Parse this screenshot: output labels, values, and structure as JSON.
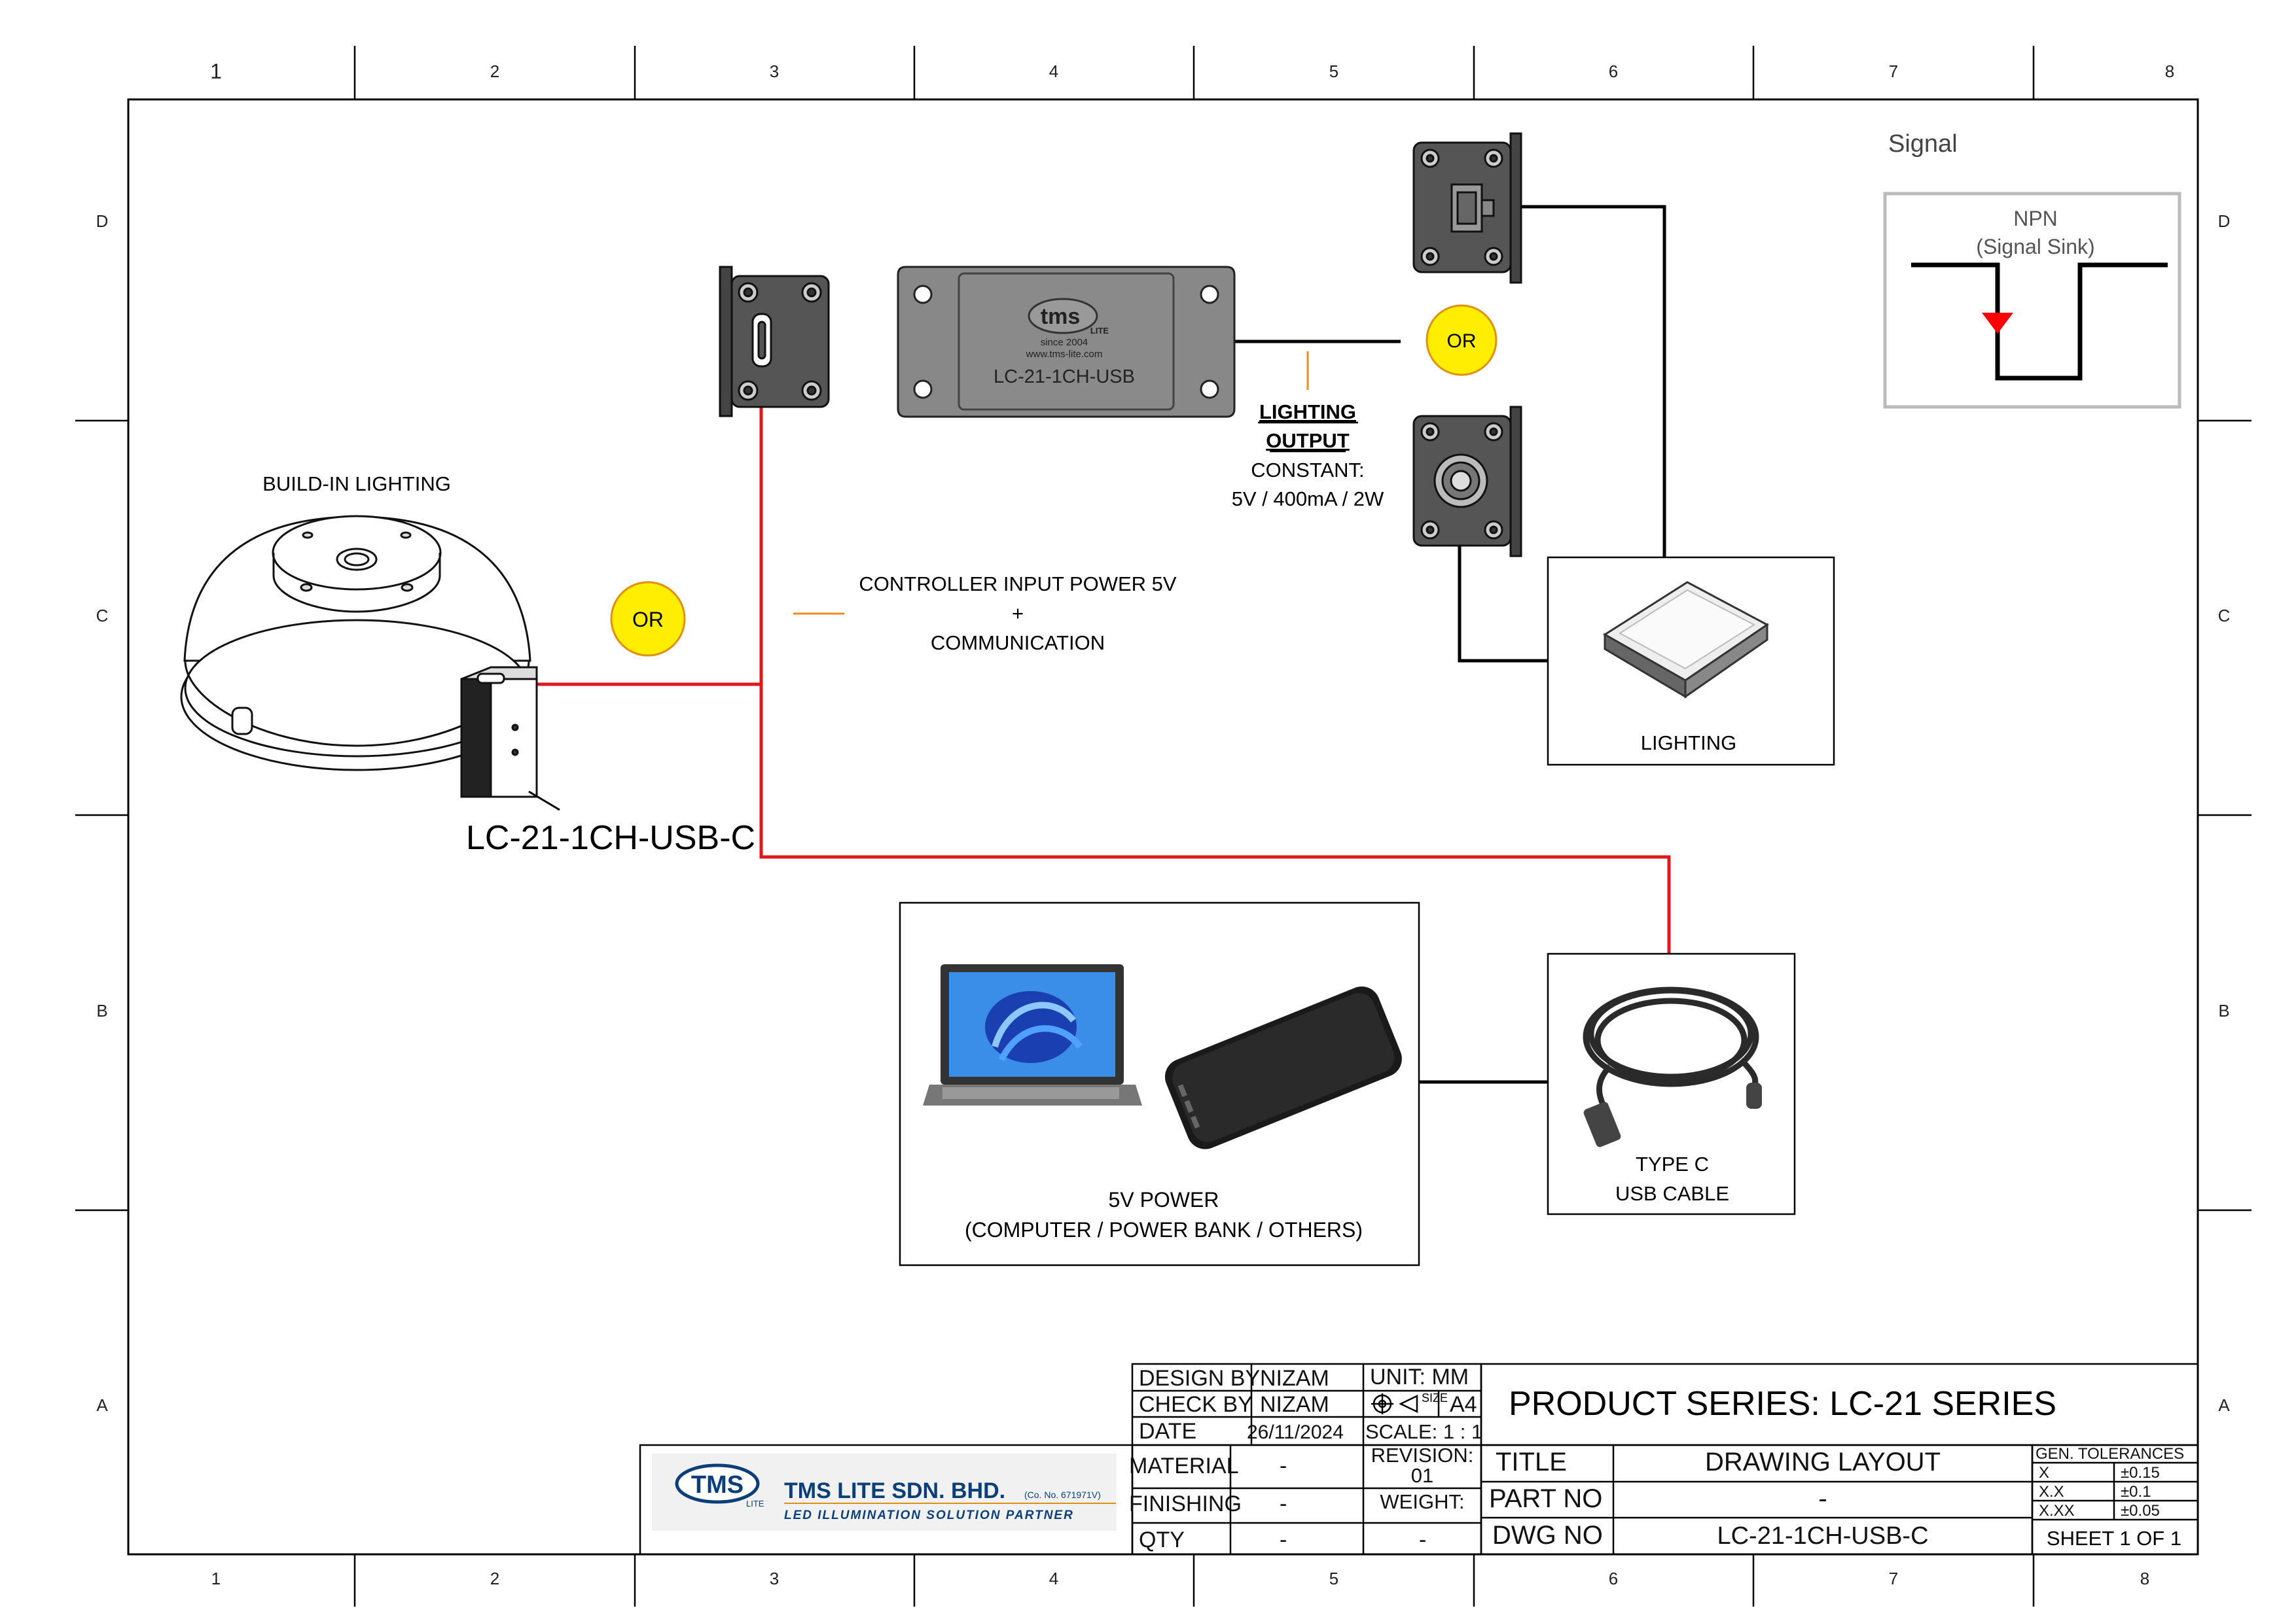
{
  "frame": {
    "columns": [
      "1",
      "2",
      "3",
      "4",
      "5",
      "6",
      "7",
      "8"
    ],
    "rows": [
      "D",
      "C",
      "B",
      "A"
    ]
  },
  "diagram": {
    "build_in_lighting_label": "BUILD-IN LIGHTING",
    "controller_small_label": "LC-21-1CH-USB-C",
    "or_label_left": "OR",
    "or_label_right": "OR",
    "input_power_label": {
      "line1": "CONTROLLER INPUT POWER 5V",
      "line2": "+",
      "line3": "COMMUNICATION"
    },
    "controller_box": {
      "brand": "tms",
      "brand_suffix": "LITE",
      "since": "since 2004",
      "url": "www.tms-lite.com",
      "model": "LC-21-1CH-USB"
    },
    "lighting_output": {
      "title1": "LIGHTING",
      "title2": "OUTPUT",
      "line1": "CONSTANT:",
      "line2": "5V / 400mA / 2W"
    },
    "lighting_box_label": "LIGHTING",
    "power_box": {
      "line1": "5V POWER",
      "line2": "(COMPUTER / POWER BANK / OTHERS)"
    },
    "cable_box": {
      "line1": "TYPE C",
      "line2": "USB CABLE"
    },
    "signal": {
      "title": "Signal",
      "type": "NPN",
      "subtitle": "(Signal Sink)"
    },
    "colors": {
      "power_line": "#e0181b",
      "signal_line": "#000000",
      "or_circle_fill": "#ffee00",
      "or_circle_stroke": "#e09010",
      "leader_orange": "#f08a1c",
      "arrow_red": "#ff0000"
    }
  },
  "title_block": {
    "design_by_label": "DESIGN BY",
    "design_by": "NIZAM",
    "check_by_label": "CHECK BY",
    "check_by": "NIZAM",
    "date_label": "DATE",
    "date": "26/11/2024",
    "unit": "UNIT:  MM",
    "size_label": "SIZE",
    "size": "A4",
    "scale": "SCALE: 1 : 1",
    "product_series": "PRODUCT SERIES:  LC-21 SERIES",
    "material_label": "MATERIAL",
    "material": "-",
    "revision_label": "REVISION:",
    "revision": "01",
    "finishing_label": "FINISHING",
    "finishing": "-",
    "weight_label": "WEIGHT:",
    "weight": "-",
    "qty_label": "QTY",
    "qty": "-",
    "title_label": "TITLE",
    "title": "DRAWING LAYOUT",
    "part_no_label": "PART NO",
    "part_no": "-",
    "dwg_no_label": "DWG NO",
    "dwg_no": "LC-21-1CH-USB-C",
    "tolerances": {
      "header": "GEN. TOLERANCES",
      "rows": [
        {
          "k": "X",
          "v": "±0.15"
        },
        {
          "k": "X.X",
          "v": "±0.1"
        },
        {
          "k": "X.XX",
          "v": "±0.05"
        }
      ]
    },
    "sheet": "SHEET 1 OF 1",
    "company": {
      "logo": "TMS",
      "logo_suffix": "LITE",
      "name": "TMS LITE SDN. BHD.",
      "reg_no": "(Co. No. 671971V)",
      "tagline": "LED ILLUMINATION SOLUTION PARTNER"
    }
  }
}
